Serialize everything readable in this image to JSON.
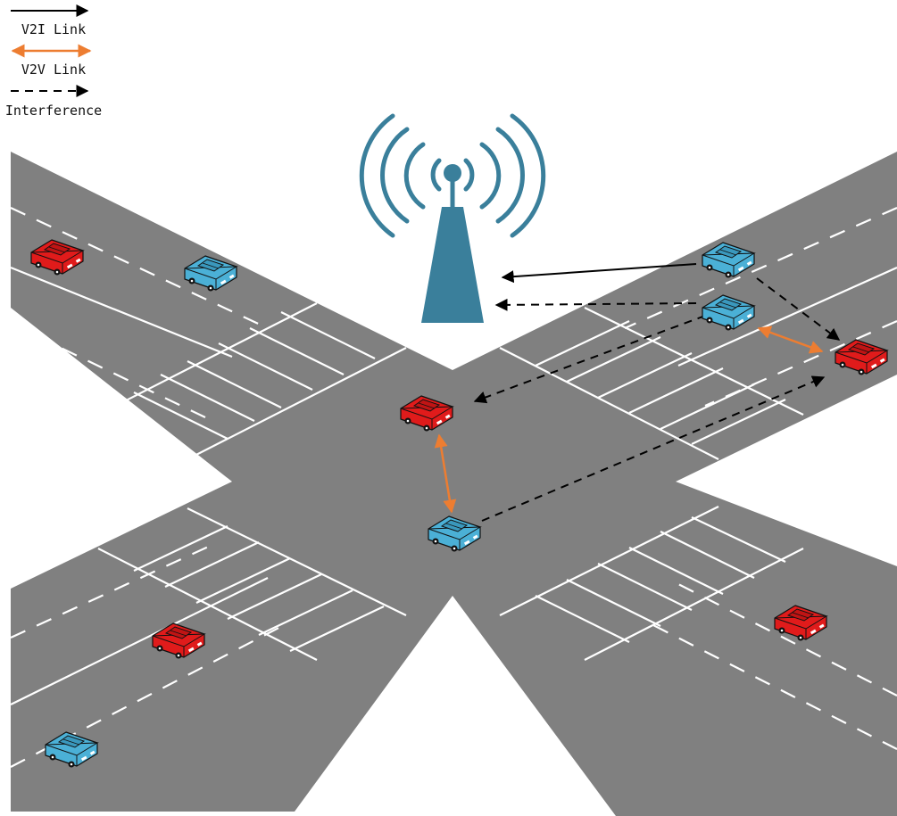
{
  "legend": {
    "v2i_label": "V2I Link",
    "v2v_label": "V2V Link",
    "interference_label": "Interference"
  },
  "colors": {
    "road": "#808080",
    "lane_marking": "#ffffff",
    "tower": "#3a7f9b",
    "v2v_link": "#ed7d31",
    "v2i_link": "#000000",
    "interference": "#000000",
    "car_red": "#e01b1b",
    "car_blue": "#4bb0d6"
  },
  "icons": {
    "base_station": "cell-tower-icon",
    "vehicle": "car-icon"
  },
  "vehicles": [
    {
      "id": "red-top-left",
      "color": "red"
    },
    {
      "id": "blue-top-left",
      "color": "blue"
    },
    {
      "id": "blue-right-upper",
      "color": "blue"
    },
    {
      "id": "blue-right-lower",
      "color": "blue"
    },
    {
      "id": "red-right",
      "color": "red"
    },
    {
      "id": "red-center",
      "color": "red"
    },
    {
      "id": "blue-center",
      "color": "blue"
    },
    {
      "id": "red-bottom-left",
      "color": "red"
    },
    {
      "id": "blue-bottom-left",
      "color": "blue"
    },
    {
      "id": "red-bottom-right",
      "color": "red"
    }
  ]
}
